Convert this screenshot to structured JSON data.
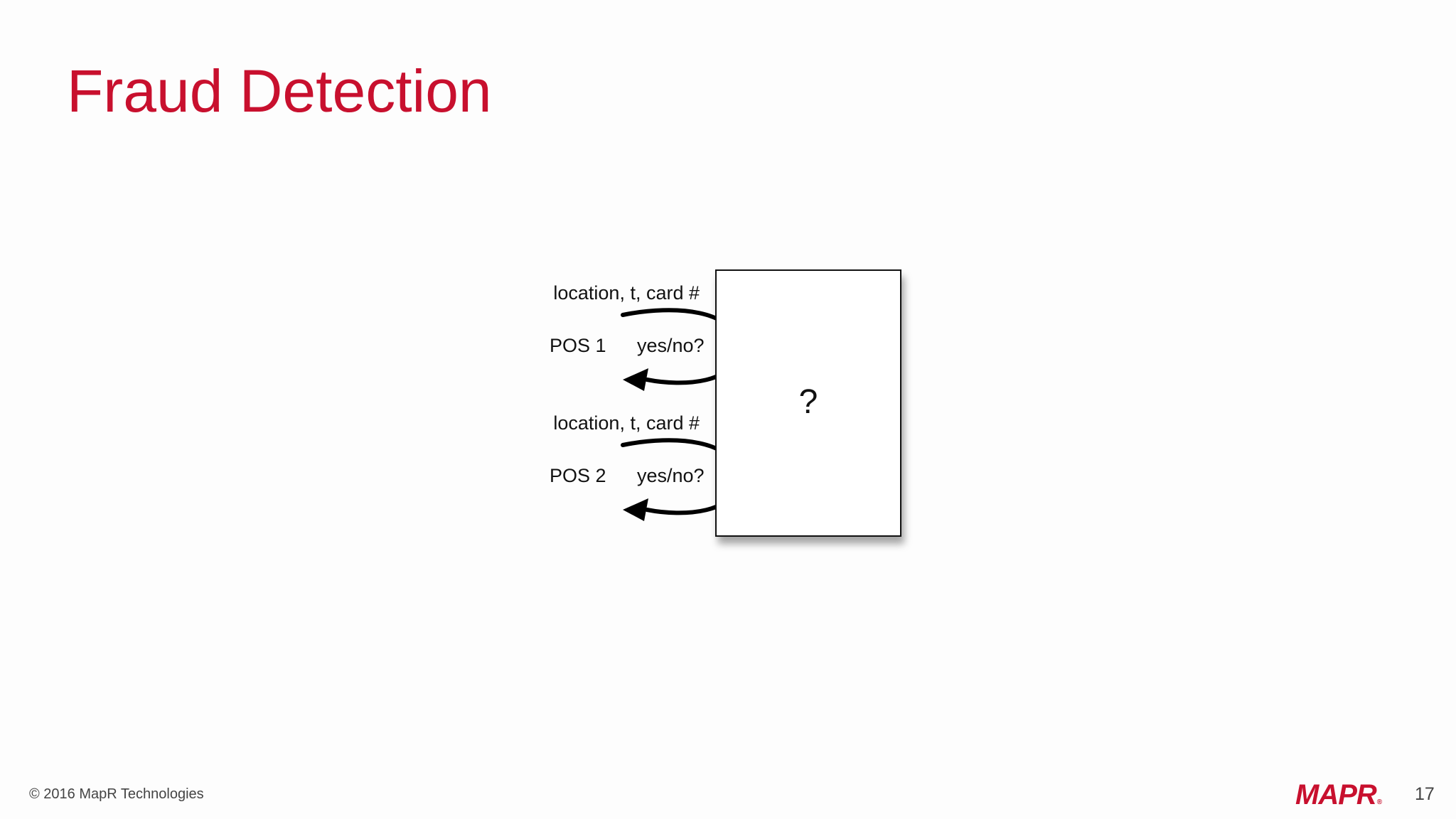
{
  "slide": {
    "title": "Fraud Detection",
    "footer": "© 2016 MapR Technologies",
    "logo_text": "MAPR",
    "logo_mark": "®",
    "page_number": "17"
  },
  "diagram": {
    "pos1": {
      "request": "location, t, card #",
      "name": "POS 1",
      "response": "yes/no?"
    },
    "pos2": {
      "request": "location, t, card #",
      "name": "POS 2",
      "response": "yes/no?"
    },
    "box_label": "?"
  }
}
